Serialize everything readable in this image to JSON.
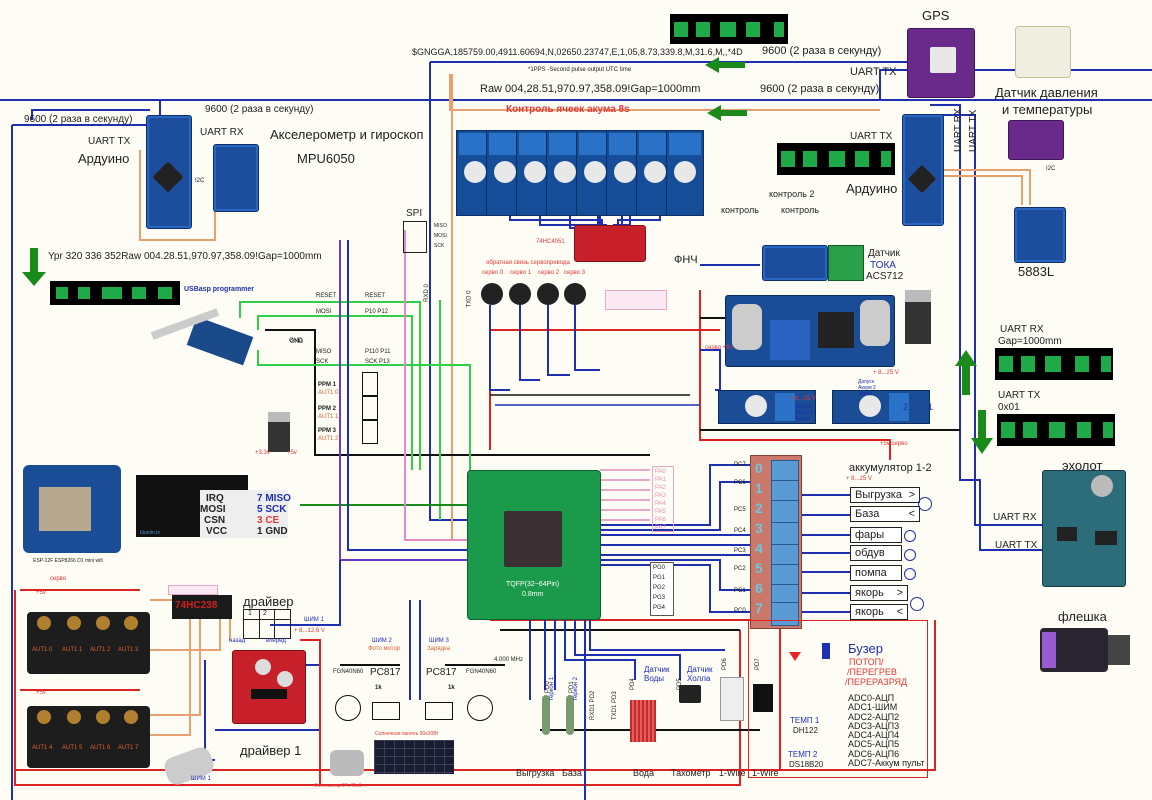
{
  "gps": {
    "title": "GPS",
    "nmea": "$GNGGA,185759.00,4911.60694,N,02650.23747,E,1,05,8.73,339.8,M,31.6,M,,*4D",
    "baud": "9600 (2 раза в секунду)",
    "pps_note": "*1PPS -Second pulse output UTC time",
    "uart_tx": "UART TX"
  },
  "cell_control": {
    "raw": "Raw 004,28.51,970.97,358.09!Gap=1000mm",
    "baud": "9600 (2 раза в секунду)",
    "title": "Контроль ячеек акума 8s",
    "mux_label": "74HC4051",
    "feedback_label": "обратная связь сервопривода",
    "servo_labels": [
      "серво 0",
      "серво 1",
      "серво 2",
      "серво 3"
    ],
    "txd_label": "TXD 0",
    "rxd_label": "RXD 0"
  },
  "left_arduino": {
    "baud_left": "9600 (2 раза в секунду)",
    "baud_right": "9600 (2 раза в секунду)",
    "uart_tx": "UART TX",
    "uart_rx": "UART RX",
    "name": "Ардуино",
    "i2c": "I2C",
    "sensor_title": "Акселерометр и гироскоп",
    "sensor_model": "MPU6050",
    "ypr": "Ypr 320 336 352Raw 004.28.51,970.97,358.09!Gap=1000mm"
  },
  "spi": {
    "label": "SPI",
    "pins": [
      "MISO",
      "MOSI",
      "SCK"
    ]
  },
  "right_arduino": {
    "uart_tx": "UART TX",
    "uart_rx": "UART RX",
    "name": "Ардуино",
    "kontrol2": "контроль 2",
    "kontrol_a": "контроль",
    "kontrol_b": "контроль",
    "pressure_title_1": "Датчик давления",
    "pressure_title_2": "и температуры",
    "i2c": "I2C",
    "compass": "5883L"
  },
  "current_sensor": {
    "fnch": "ФНЧ",
    "line1": "Датчик",
    "line2": "ТОКА",
    "line3": "ACS712"
  },
  "echo": {
    "rx_label": "UART RX",
    "rx_value": "Gap=1000mm",
    "tx_label": "UART TX",
    "tx_value": "0x01",
    "title": "эхолот",
    "rx_pin": "UART RX",
    "tx_pin": "UART TX"
  },
  "flash": {
    "title": "флешка"
  },
  "usbasp": {
    "title": "USBasp programmer",
    "reset": "RESET",
    "mosi": "MOSI",
    "miso": "MISO",
    "sck": "SCK",
    "gnd": "GND",
    "reset2": "RESET",
    "p1": "P10 P12",
    "p2": "P110 P11",
    "p3": "SCK P13"
  },
  "ppm": [
    {
      "label": "PPM 1",
      "sub": "AUT1 0"
    },
    {
      "label": "PPM 2",
      "sub": "AUT1 1"
    },
    {
      "label": "PPM 3",
      "sub": "AUT1 2"
    }
  ],
  "power": {
    "v33": "+3.3v",
    "v5": "+5v",
    "gnd": "GND"
  },
  "nrf": {
    "pins_left": [
      "IRQ",
      "MOSI",
      "CSN",
      "VCC"
    ],
    "pins_right": [
      "7 MISO",
      "5 SCK",
      "3 CE",
      "1 GND"
    ],
    "brand": "bluetin.io"
  },
  "esp": {
    "caption": "ESP-12F ESP8266 D1 mini wifi"
  },
  "shift_reg": {
    "label": "74HC238"
  },
  "servo_group": {
    "label": "серво",
    "top": [
      "AUT1 0",
      "AUT1 1",
      "AUT1 2",
      "AUT1 3"
    ],
    "bottom": [
      "AUT1 4",
      "AUT1 5",
      "AUT1 6",
      "AUT1 7"
    ],
    "plus5": "+5v"
  },
  "driver": {
    "title": "драйвер",
    "cols": [
      "1",
      "2"
    ],
    "back": "назад",
    "fwd": "вперед",
    "pwm_label": "ШИМ 1",
    "voltage": "+ 8...12,6 V",
    "driver1": "драйвер 1",
    "motor_pwm": "ШИМ 1"
  },
  "mcu": {
    "package": "TQFP(32~64Pin)",
    "pitch": "0.8mm",
    "pa_pins": [
      "PA0",
      "PA1",
      "PA2",
      "PA3",
      "PA4",
      "PA5",
      "PA6",
      "PA7"
    ],
    "pg_pins": [
      "PG0",
      "PG1",
      "PG2",
      "PG3",
      "PG4"
    ],
    "pc_pins": [
      "PC7",
      "PC6",
      "PC5",
      "PC4",
      "PC3",
      "PC2",
      "PC1",
      "PC0"
    ]
  },
  "optocouplers": {
    "pwm2_title": "ШИМ 2",
    "pwm2_sub": "Фото мотор",
    "pwm3_title": "ШИМ 3",
    "pwm3_sub": "Зарядка",
    "part": "PC817",
    "fet": "FGN40N60",
    "res": "1k",
    "solar": "Солнечная панель 30х20Вт",
    "photo_motor": "Фото мотор 24v45об",
    "crystal": "4.000 MHz"
  },
  "relays": {
    "battery": "аккумулятор 1-2",
    "battery_v": "+ 8...25 V",
    "loads": [
      {
        "label": "Выгрузка",
        "dir": ">"
      },
      {
        "label": "База",
        "dir": "<"
      },
      {
        "label": "фары",
        "dir": ""
      },
      {
        "label": "обдув",
        "dir": ""
      },
      {
        "label": "помпа",
        "dir": ""
      },
      {
        "label": "якорь",
        "dir": ">"
      },
      {
        "label": "якорь",
        "dir": "<"
      }
    ],
    "numbers": [
      "0",
      "1",
      "2",
      "3",
      "4",
      "5",
      "6",
      "7"
    ]
  },
  "battery_modules": {
    "dop1": "Допуск Аккум 1 Аккум",
    "dop2": "Допуск Аккум 2 Заряд",
    "v1": "+ 8...25 V",
    "v2": "+ 8...25 V",
    "servo5v": "серво +5v",
    "plus5servo": "+5v серво",
    "sw1": "1",
    "sw2": "2"
  },
  "bottom_sensors": {
    "gerkon1": "геркон 1",
    "gerkon2": "геркон 2",
    "pd0": "PD0",
    "pd1": "PD1",
    "pd2": "RXD1 PD2",
    "pd3": "TXD1 PD3",
    "pd4": "PD4",
    "pd5": "PD5",
    "pd6": "PD6",
    "pd7": "PD7",
    "water_sensor": "Датчик Воды",
    "hall_sensor": "Датчик Холла",
    "labels": [
      "Выгрузка",
      "База",
      "Вода",
      "Тахометр",
      "1-Wire",
      "1-Wire"
    ],
    "temp1": "ТЕМП 1",
    "temp1_part": "DH122",
    "temp2": "ТЕМП 2",
    "temp2_part": "DS18B20"
  },
  "buzzer": {
    "title": "Бузер",
    "alarm1": "ПОТОП/",
    "alarm2": "/ПЕРЕГРЕВ",
    "alarm3": "/ПЕРЕРАЗРЯД"
  },
  "adc": [
    "ADC0-АЦП",
    "ADC1-ШИМ",
    "ADC2-АЦП2",
    "ADC3-АЦП3",
    "ADC4-АЦП4",
    "ADC5-АЦП5",
    "ADC6-АЦП6",
    "ADC7-Аккум пульт"
  ]
}
